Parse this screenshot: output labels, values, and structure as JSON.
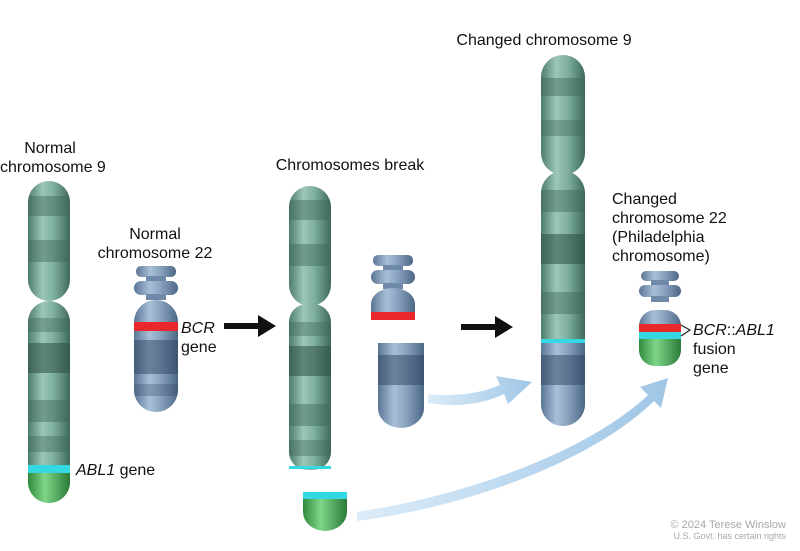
{
  "labels": {
    "normal_chr9_line1": "Normal",
    "normal_chr9_line2": "chromosome 9",
    "normal_chr22_line1": "Normal",
    "normal_chr22_line2": "chromosome 22",
    "bcr_gene_name": "BCR",
    "bcr_gene_word": "gene",
    "abl1_gene_name": "ABL1",
    "abl1_gene_word": "gene",
    "chromosomes_break": "Chromosomes break",
    "changed_chr9": "Changed chromosome 9",
    "changed_chr22_line1": "Changed",
    "changed_chr22_line2": "chromosome 22",
    "changed_chr22_line3": "(Philadelphia",
    "changed_chr22_line4": "chromosome)",
    "fusion_bcr": "BCR",
    "fusion_sep": "::",
    "fusion_abl1": "ABL1",
    "fusion_line2": "fusion",
    "fusion_line3": "gene"
  },
  "credit": {
    "line1": "© 2024 Terese Winslow",
    "line2": "U.S. Govt. has certain rights"
  },
  "colors": {
    "chr9_green": "#6f9f8f",
    "chr22_blue": "#7b95b4",
    "bcr_red": "#e8282a",
    "abl1_cyan": "#34d8e2",
    "abl1_green": "#3fa84c",
    "arrow_light": "#a9cde9",
    "arrow_dark": "#111111"
  }
}
